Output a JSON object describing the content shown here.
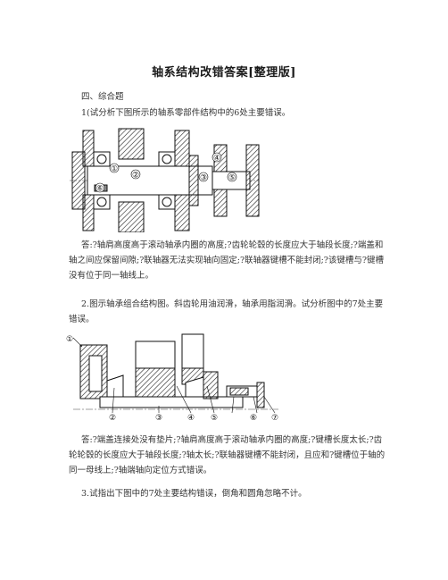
{
  "title": "轴系结构改错答案[整理版]",
  "section": "四、综合题",
  "q1": {
    "prompt": "1(试分析下图所示的轴系零部件结构中的6处主要错误。",
    "labels": [
      "①",
      "②",
      "③",
      "④",
      "⑤",
      "⑥"
    ],
    "answer": "答:?轴肩高度高于滚动轴承内圈的高度;?齿轮轮毂的长度应大于轴段长度;?端盖和轴之间应保留间隙;?联轴器无法实现轴向固定;?联轴器键槽不能封闭;?该键槽与?键槽没有位于同一轴线上。"
  },
  "q2": {
    "prompt": "2.图示轴承组合结构图。斜齿轮用油润滑，轴承用脂润滑。试分析图中的7处主要错误。",
    "labels": [
      "①",
      "②",
      "③",
      "④",
      "⑤",
      "⑥",
      "⑦"
    ],
    "answer": "答:?端盖连接处没有垫片;?轴肩高度高于滚动轴承内圈的高度;?键槽长度太长;?齿轮轮毂的长度应大于轴段长度;?轴太长;?联轴器键槽不能封闭，且应和?键槽位于轴的同一母线上;?轴端轴向定位方式错误。"
  },
  "q3": {
    "prompt": "3.试指出下图中的7处主要结构错误，倒角和圆角忽略不计。"
  }
}
